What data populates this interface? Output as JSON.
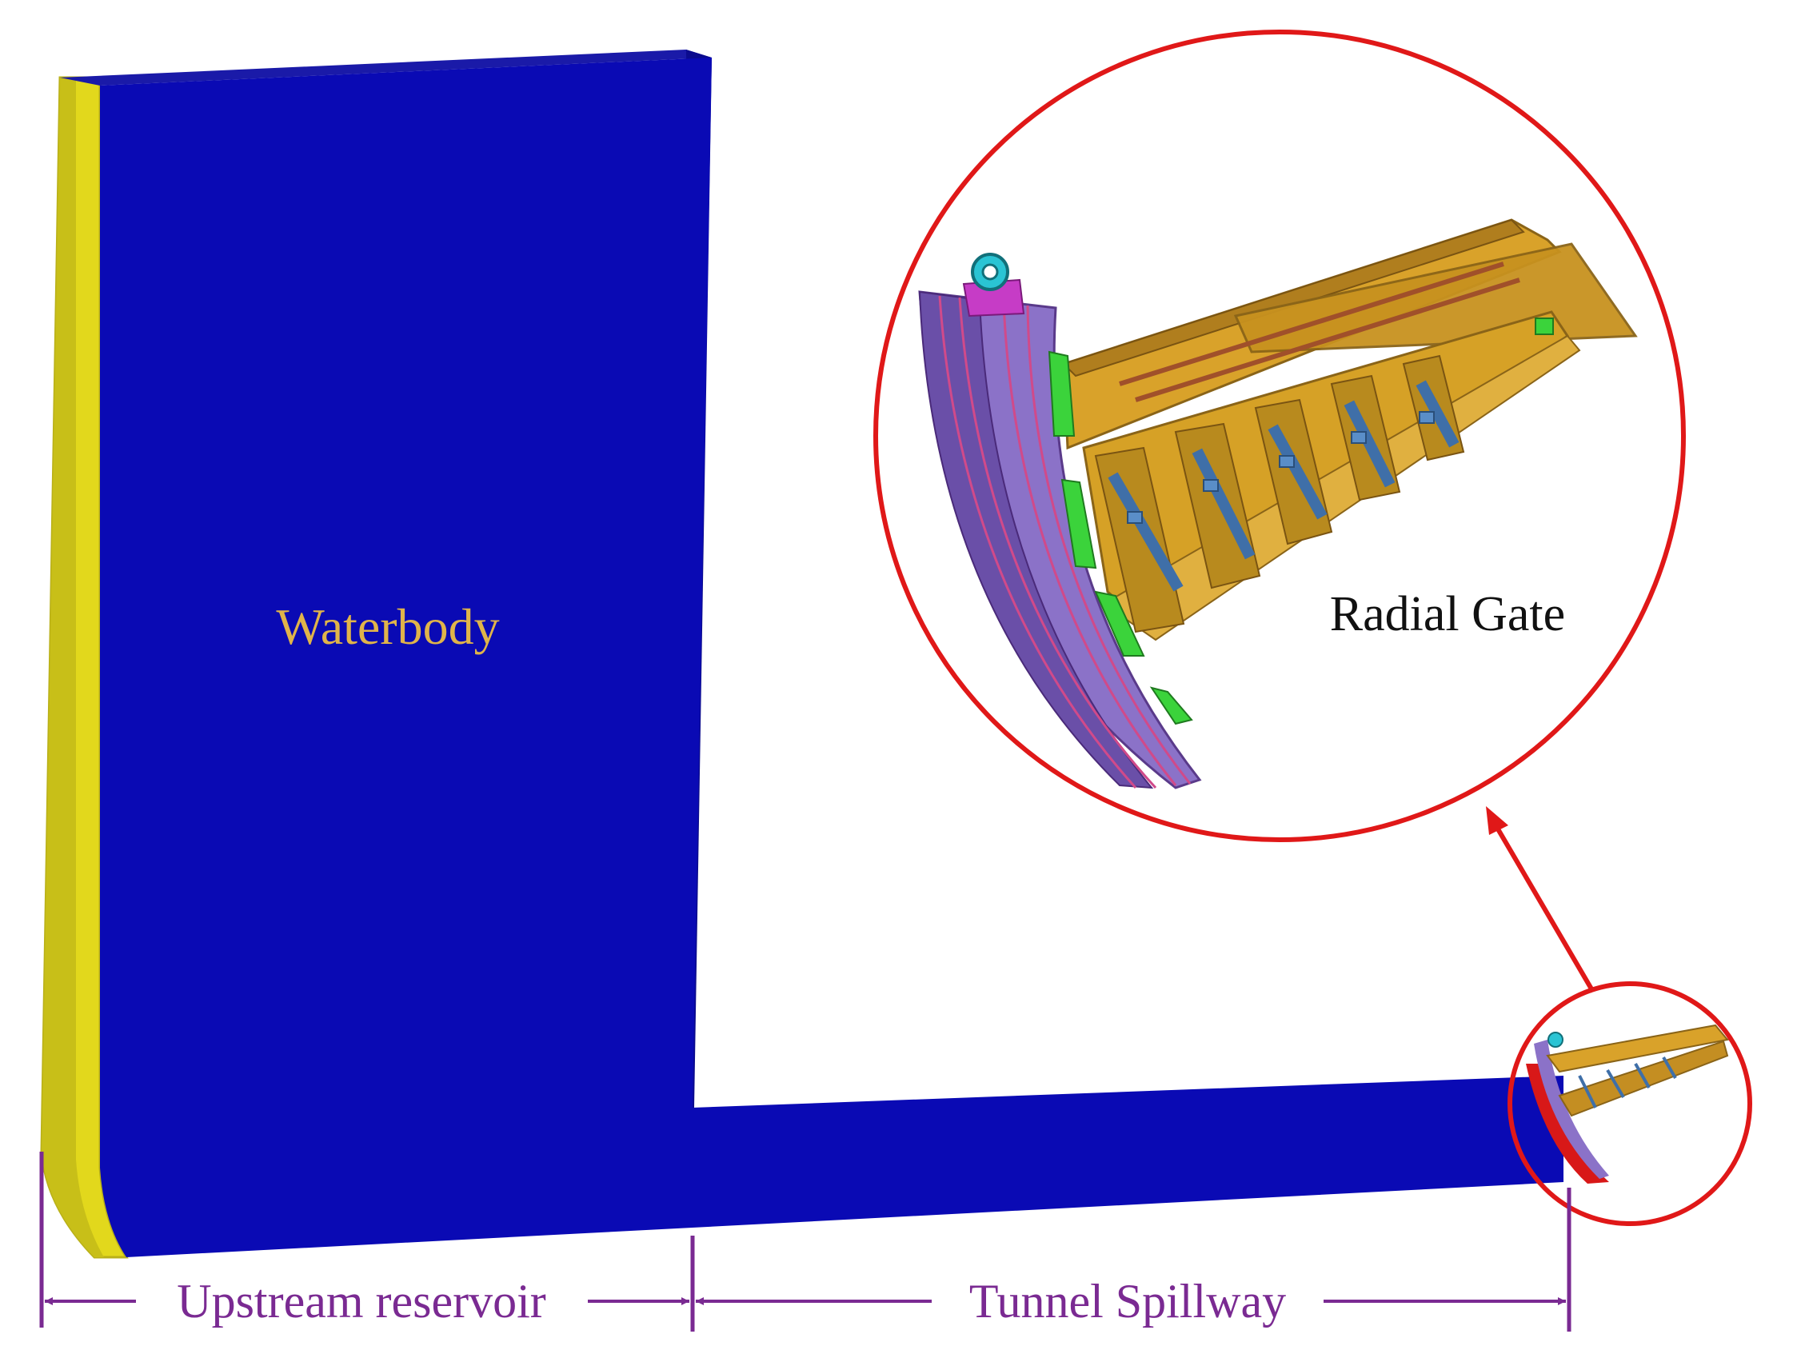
{
  "labels": {
    "waterbody": "Waterbody",
    "radial_gate": "Radial Gate",
    "upstream_reservoir": "Upstream reservoir",
    "tunnel_spillway": "Tunnel Spillway"
  },
  "colors": {
    "water": "#0a0ab4",
    "water_edge": "#1a1aa0",
    "wall": "#e2d81c",
    "wall_shade": "#b9b018",
    "label_text": "#e0b44a",
    "dimension_line": "#7a2a92",
    "callout_circle": "#e01818",
    "beam": "#d9a22a",
    "beam_dark": "#8a6418",
    "skin_plate": "#8b72c8",
    "skin_dark": "#5a3a8a",
    "rib": "#3bd33b",
    "brace": "#3f6fa8",
    "hinge": "#2ac4d4",
    "hinge_base": "#c63cc6",
    "seal": "#d81818"
  }
}
